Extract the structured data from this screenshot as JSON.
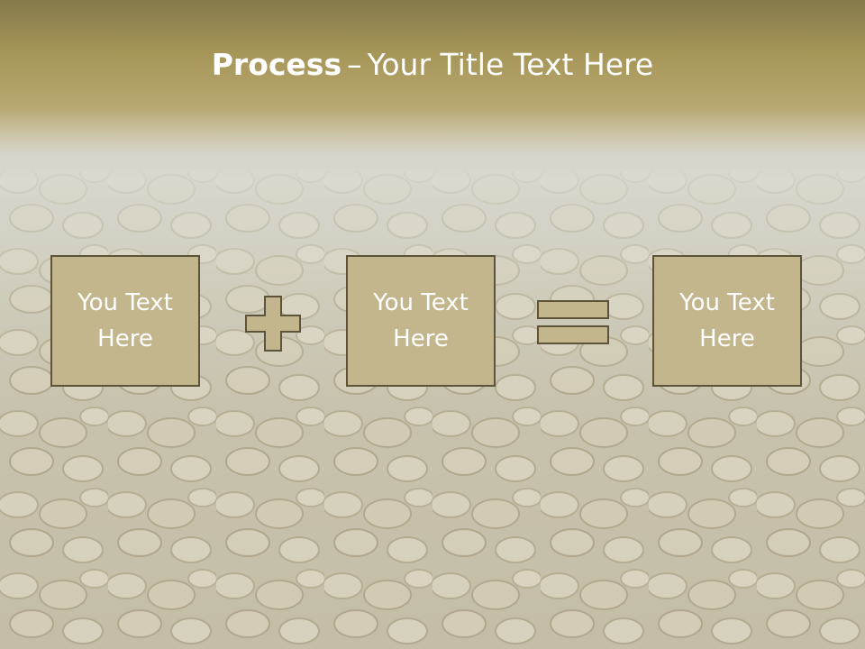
{
  "slide": {
    "title_bold": "Process",
    "title_dash": "–",
    "title_rest": "Your Title Text Here",
    "boxes": [
      {
        "line1": "You Text",
        "line2": "Here"
      },
      {
        "line1": "You Text",
        "line2": "Here"
      },
      {
        "line1": "You Text",
        "line2": "Here"
      }
    ],
    "operators": [
      "plus",
      "equals"
    ]
  },
  "colors": {
    "header": "#a69658",
    "box_fill": "#c3b68c",
    "box_border": "#5c5338",
    "operator_fill": "#c3b68c",
    "text": "#ffffff"
  }
}
